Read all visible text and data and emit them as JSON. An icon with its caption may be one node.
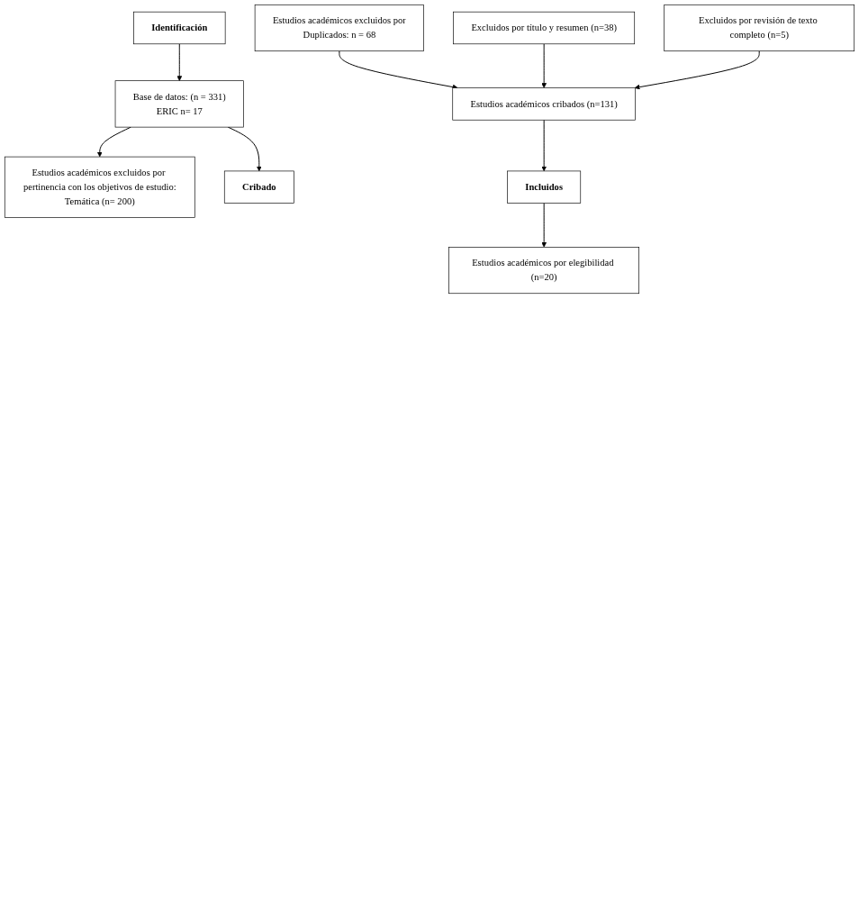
{
  "diagram": {
    "nodes": [
      {
        "text": [
          "Identificación"
        ]
      },
      {
        "text": [
          "Base de datos: (n = 331)",
          "ERIC n= 17"
        ]
      },
      {
        "text": [
          "Estudios académicos excluidos por pertinencia con los objetivos de estudio:",
          "Temática (n= 200)"
        ]
      },
      {
        "text": [
          "Cribado"
        ]
      },
      {
        "text": [
          "Estudios académicos cribados (n=131)"
        ]
      },
      {
        "text": [
          "Estudios académicos excluidos por",
          "Duplicados: n = 68"
        ]
      },
      {
        "text": [
          "Excluidos por título y resumen (n=38)"
        ]
      },
      {
        "text": [
          "Excluidos por revisión de texto completo (n=5)"
        ]
      },
      {
        "text": [
          "Incluidos"
        ]
      },
      {
        "text": [
          "Estudios académicos por elegibilidad (n=20)"
        ]
      }
    ],
    "edges": [
      {
        "from": 0,
        "to": 1,
        "arrow": "to"
      },
      {
        "from": 1,
        "to": 2,
        "arrow": "to"
      },
      {
        "from": 1,
        "to": 3,
        "arrow": "to"
      },
      {
        "from": 5,
        "to": 4,
        "arrow": "to"
      },
      {
        "from": 6,
        "to": 4,
        "arrow": "to"
      },
      {
        "from": 7,
        "to": 4,
        "arrow": "to"
      },
      {
        "from": 4,
        "to": 8,
        "arrow": "to"
      },
      {
        "from": 8,
        "to": 9,
        "arrow": "to"
      }
    ]
  }
}
